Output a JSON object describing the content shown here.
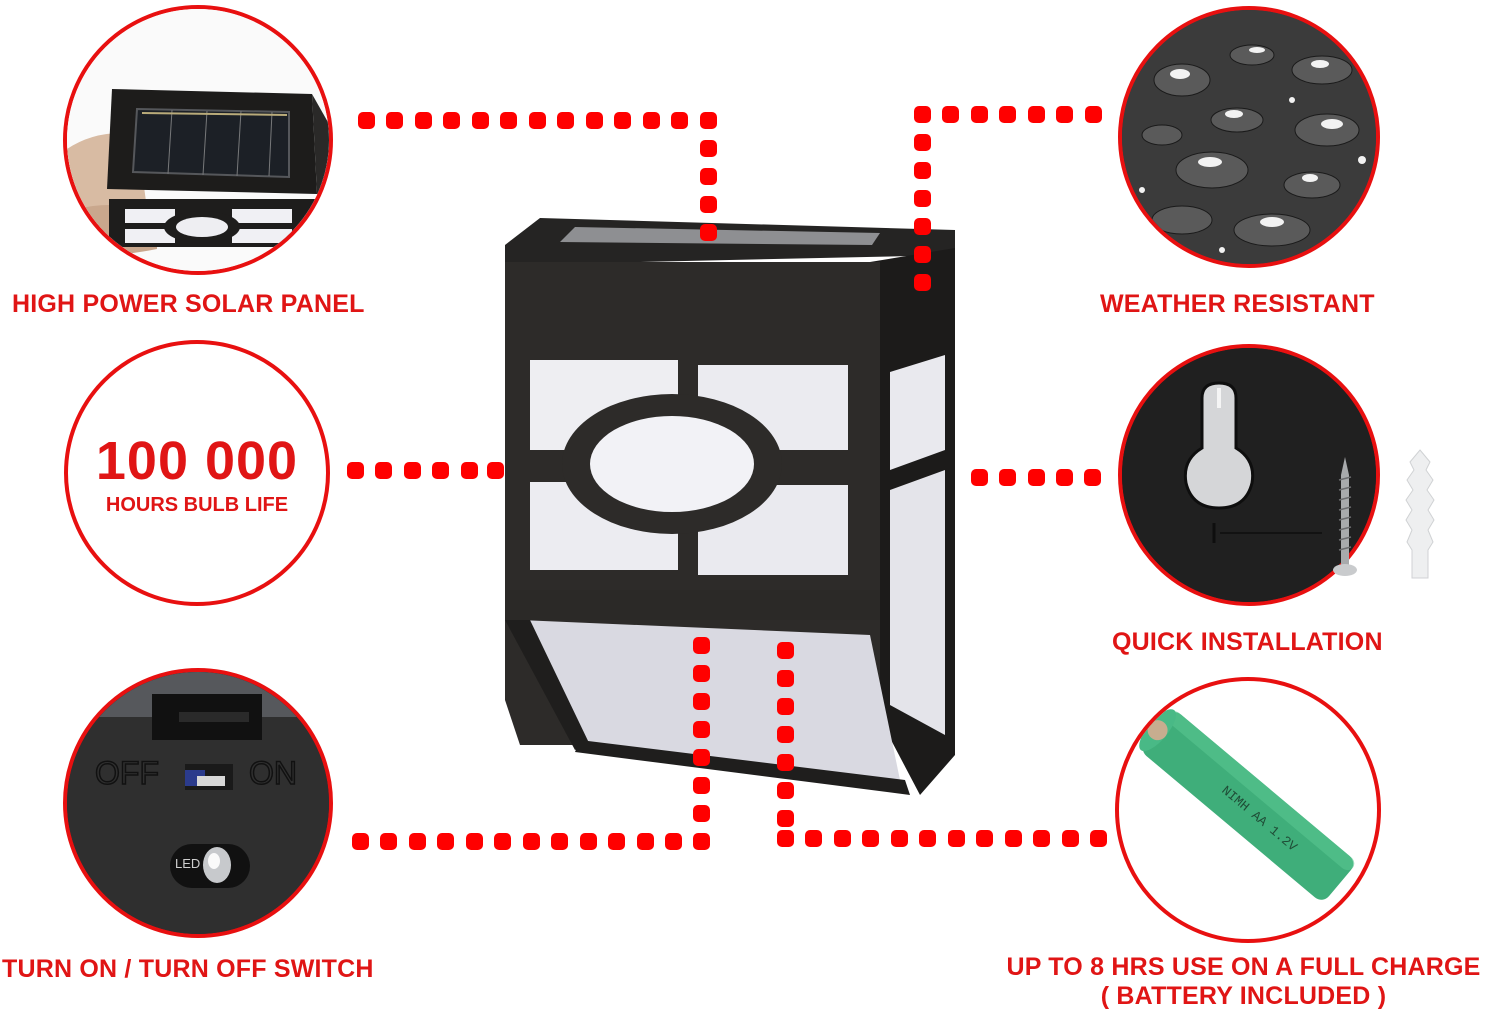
{
  "features": [
    {
      "id": "solar",
      "label": "HIGH POWER SOLAR PANEL",
      "image": "solar-panel-closeup"
    },
    {
      "id": "bulb",
      "headline": "100 000",
      "label": "HOURS BULB LIFE"
    },
    {
      "id": "switch",
      "label": "TURN ON / TURN OFF SWITCH",
      "image": "switch-closeup",
      "embossed_off": "OFF",
      "embossed_on": "ON",
      "led_text": "LED"
    },
    {
      "id": "weather",
      "label": "WEATHER RESISTANT",
      "image": "water-droplets"
    },
    {
      "id": "install",
      "label": "QUICK INSTALLATION",
      "image": "keyhole-mount-screw-anchor"
    },
    {
      "id": "battery",
      "label": "UP TO 8 HRS USE ON A FULL CHARGE",
      "label2": "( BATTERY INCLUDED )",
      "image": "nimh-aa-battery",
      "battery_print": "NIMH AA 1.2V"
    }
  ],
  "colors": {
    "accent_red": "#e01515",
    "dot_red": "#ff0000",
    "lamp_body": "#2b2927",
    "lamp_panel": "#eeeef2",
    "battery_green": "#3fae7a"
  },
  "product": {
    "name": "solar-wall-lamp"
  }
}
